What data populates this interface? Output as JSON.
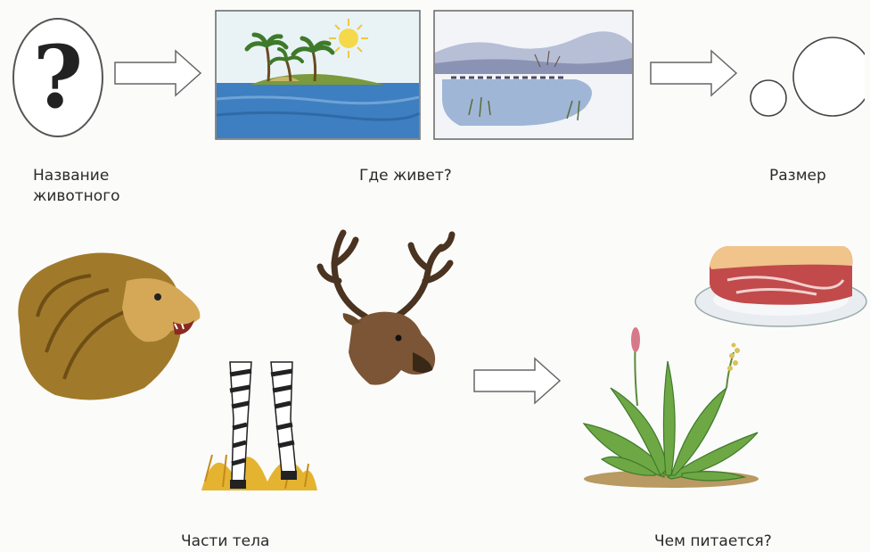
{
  "labels": {
    "animal_name_line1": "Название",
    "animal_name_line2": "животного",
    "habitat": "Где живет?",
    "size": "Размер",
    "body_parts": "Части тела",
    "food": "Чем питается?"
  },
  "question_mark": "?",
  "colors": {
    "sea": "#3d7fc0",
    "sky": "#e6f1f6",
    "island": "#7a9a3b",
    "sun": "#f4d94a",
    "snow": "#f2f4f8",
    "river": "#9fb6d6",
    "lion_mane": "#a07a2a",
    "deer": "#7b5535",
    "meat": "#c24a4a",
    "plant": "#6ea845",
    "outline": "#555555"
  }
}
